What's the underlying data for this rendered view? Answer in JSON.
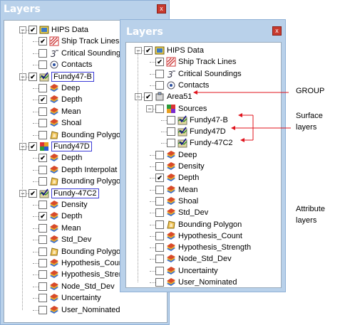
{
  "left_panel": {
    "title": "Layers",
    "close": "x",
    "items": [
      {
        "label": "HIPS Data",
        "icon": "hips-data-icon",
        "checked": true,
        "indent": 0
      },
      {
        "label": "Ship Track Lines",
        "icon": "track-lines-icon",
        "checked": true,
        "indent": 1
      },
      {
        "label": "Critical Soundings",
        "icon": "soundings-icon",
        "checked": false,
        "indent": 1
      },
      {
        "label": "Contacts",
        "icon": "contacts-icon",
        "checked": false,
        "indent": 1
      },
      {
        "label": "Fundy47-B",
        "icon": "surface-icon",
        "checked": true,
        "indent": 0,
        "boxed": true
      },
      {
        "label": "Deep",
        "icon": "attribute-icon",
        "checked": false,
        "indent": 1
      },
      {
        "label": "Depth",
        "icon": "attribute-icon",
        "checked": true,
        "indent": 1
      },
      {
        "label": "Mean",
        "icon": "attribute-icon",
        "checked": false,
        "indent": 1
      },
      {
        "label": "Shoal",
        "icon": "attribute-icon",
        "checked": false,
        "indent": 1
      },
      {
        "label": "Bounding Polygon",
        "icon": "polygon-icon",
        "checked": false,
        "indent": 1
      },
      {
        "label": "Fundy47D",
        "icon": "grid-surface-icon",
        "checked": true,
        "indent": 0,
        "boxed": true
      },
      {
        "label": "Depth",
        "icon": "attribute-icon",
        "checked": true,
        "indent": 1
      },
      {
        "label": "Depth Interpolat",
        "icon": "attribute-icon",
        "checked": false,
        "indent": 1
      },
      {
        "label": "Bounding Polygo",
        "icon": "polygon-icon",
        "checked": false,
        "indent": 1
      },
      {
        "label": "Fundy-47C2",
        "icon": "surface-icon",
        "checked": true,
        "indent": 0,
        "boxed": true
      },
      {
        "label": "Density",
        "icon": "attribute-icon",
        "checked": false,
        "indent": 1
      },
      {
        "label": "Depth",
        "icon": "attribute-icon",
        "checked": true,
        "indent": 1
      },
      {
        "label": "Mean",
        "icon": "attribute-icon",
        "checked": false,
        "indent": 1
      },
      {
        "label": "Std_Dev",
        "icon": "attribute-icon",
        "checked": false,
        "indent": 1
      },
      {
        "label": "Bounding Polygo",
        "icon": "polygon-icon",
        "checked": false,
        "indent": 1
      },
      {
        "label": "Hypothesis_Cour",
        "icon": "attribute-icon",
        "checked": false,
        "indent": 1
      },
      {
        "label": "Hypothesis_Stren",
        "icon": "attribute-icon",
        "checked": false,
        "indent": 1
      },
      {
        "label": "Node_Std_Dev",
        "icon": "attribute-icon",
        "checked": false,
        "indent": 1
      },
      {
        "label": "Uncertainty",
        "icon": "attribute-icon",
        "checked": false,
        "indent": 1
      },
      {
        "label": "User_Nominated",
        "icon": "attribute-icon",
        "checked": false,
        "indent": 1
      }
    ]
  },
  "right_panel": {
    "title": "Layers",
    "close": "x",
    "items": [
      {
        "label": "HIPS Data",
        "icon": "hips-data-icon",
        "checked": true,
        "indent": 0
      },
      {
        "label": "Ship Track Lines",
        "icon": "track-lines-icon",
        "checked": true,
        "indent": 1
      },
      {
        "label": "Critical Soundings",
        "icon": "soundings-icon",
        "checked": false,
        "indent": 1
      },
      {
        "label": "Contacts",
        "icon": "contacts-icon",
        "checked": false,
        "indent": 1
      },
      {
        "label": "Area51",
        "icon": "group-icon",
        "checked": true,
        "indent": 0
      },
      {
        "label": "Sources",
        "icon": "sources-icon",
        "checked": false,
        "indent": 1
      },
      {
        "label": "Fundy47-B",
        "icon": "surface-icon",
        "checked": false,
        "indent": 2
      },
      {
        "label": "Fundy47D",
        "icon": "surface-icon",
        "checked": false,
        "indent": 2
      },
      {
        "label": "Fundy-47C2",
        "icon": "surface-icon",
        "checked": false,
        "indent": 2
      },
      {
        "label": "Deep",
        "icon": "attribute-icon",
        "checked": false,
        "indent": 1
      },
      {
        "label": "Density",
        "icon": "attribute-icon",
        "checked": false,
        "indent": 1
      },
      {
        "label": "Depth",
        "icon": "attribute-icon",
        "checked": true,
        "indent": 1
      },
      {
        "label": "Mean",
        "icon": "attribute-icon",
        "checked": false,
        "indent": 1
      },
      {
        "label": "Shoal",
        "icon": "attribute-icon",
        "checked": false,
        "indent": 1
      },
      {
        "label": "Std_Dev",
        "icon": "attribute-icon",
        "checked": false,
        "indent": 1
      },
      {
        "label": "Bounding Polygon",
        "icon": "polygon-icon",
        "checked": false,
        "indent": 1
      },
      {
        "label": "Hypothesis_Count",
        "icon": "attribute-icon",
        "checked": false,
        "indent": 1
      },
      {
        "label": "Hypothesis_Strength",
        "icon": "attribute-icon",
        "checked": false,
        "indent": 1
      },
      {
        "label": "Node_Std_Dev",
        "icon": "attribute-icon",
        "checked": false,
        "indent": 1
      },
      {
        "label": "Uncertainty",
        "icon": "attribute-icon",
        "checked": false,
        "indent": 1
      },
      {
        "label": "User_Nominated",
        "icon": "attribute-icon",
        "checked": false,
        "indent": 1
      }
    ]
  },
  "annotations": {
    "group": "GROUP",
    "surface_line1": "Surface",
    "surface_line2": "layers",
    "attribute_line1": "Attribute",
    "attribute_line2": "layers"
  },
  "colors": {
    "panel_bg": "#b9d1ea",
    "arrow": "#e0141e",
    "highlight_box": "#3b3bd6"
  }
}
